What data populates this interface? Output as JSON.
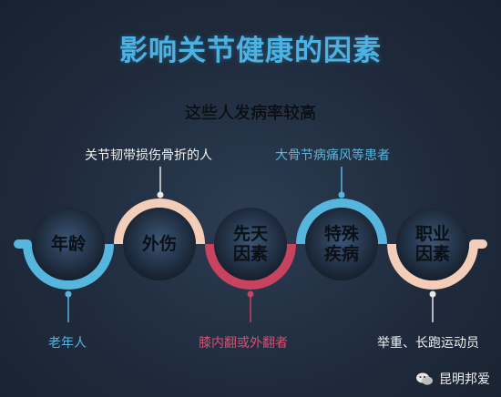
{
  "title": "影响关节健康的因素",
  "subtitle": "这些人发病率较高",
  "nodes": [
    {
      "line1": "年龄",
      "line2": ""
    },
    {
      "line1": "外伤",
      "line2": ""
    },
    {
      "line1": "先天",
      "line2": "因素"
    },
    {
      "line1": "特殊",
      "line2": "疾病"
    },
    {
      "line1": "职业",
      "line2": "因素"
    }
  ],
  "callouts": {
    "top1": "关节韧带损伤骨折的人",
    "top2": "大骨节病痛风等患者",
    "bottom1": "老年人",
    "bottom2": "膝内翻或外翻者",
    "bottom3": "举重、长跑运动员"
  },
  "brand": "昆明邦爱",
  "colors": {
    "blue": "#56b6dd",
    "peach": "#f4cdb9",
    "pink": "#c8435e",
    "title": "#4bb3e4"
  }
}
